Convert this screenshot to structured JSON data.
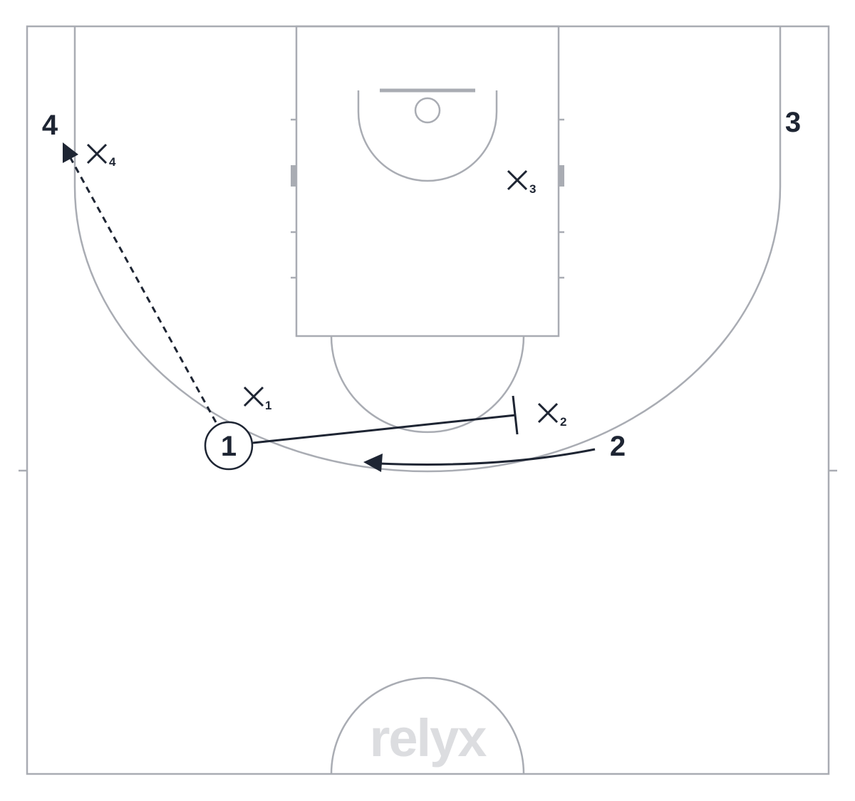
{
  "diagram": {
    "type": "basketball-half-court-play",
    "colors": {
      "court_lines": "#a9acb3",
      "play_ink": "#1e2533",
      "watermark": "#dcdde0",
      "background": "#ffffff"
    },
    "offense": [
      {
        "id": "p1",
        "label": "1",
        "has_ball": true
      },
      {
        "id": "p2",
        "label": "2",
        "has_ball": false
      },
      {
        "id": "p3",
        "label": "3",
        "has_ball": false
      },
      {
        "id": "p4",
        "label": "4",
        "has_ball": false
      }
    ],
    "defense": [
      {
        "id": "x1",
        "sub": "1"
      },
      {
        "id": "x2",
        "sub": "2"
      },
      {
        "id": "x3",
        "sub": "3"
      },
      {
        "id": "x4",
        "sub": "4"
      }
    ],
    "actions": [
      {
        "type": "pass",
        "from": "1",
        "to": "4",
        "style": "dashed"
      },
      {
        "type": "screen",
        "by": "1",
        "for": "2",
        "style": "solid-with-bar"
      },
      {
        "type": "cut",
        "player": "2",
        "style": "solid-curved-arrow"
      }
    ],
    "watermark": "relyx"
  }
}
